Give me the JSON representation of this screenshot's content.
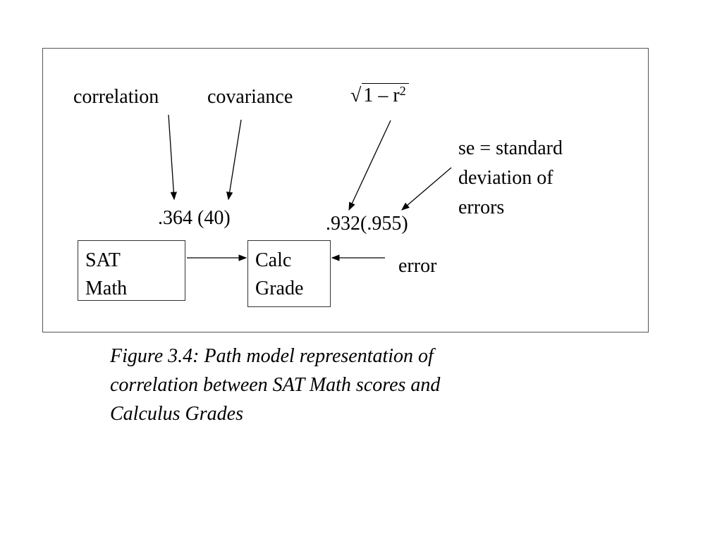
{
  "diagram": {
    "labels": {
      "correlation": "correlation",
      "covariance": "covariance",
      "sqrt_symbol": "√",
      "sqrt_expr": "1 – r",
      "sqrt_exp": "2",
      "se_note_lines": [
        "se = standard",
        "deviation of",
        "errors"
      ],
      "coef_sat": ".364 (40)",
      "coef_error": ".932(.955)",
      "error": "error"
    },
    "nodes": {
      "sat_math": [
        "SAT",
        "Math"
      ],
      "calc_grade": [
        "Calc",
        "Grade"
      ]
    }
  },
  "caption_lines": [
    "Figure 3.4: Path model representation of",
    "correlation between SAT Math scores and",
    "Calculus Grades"
  ]
}
